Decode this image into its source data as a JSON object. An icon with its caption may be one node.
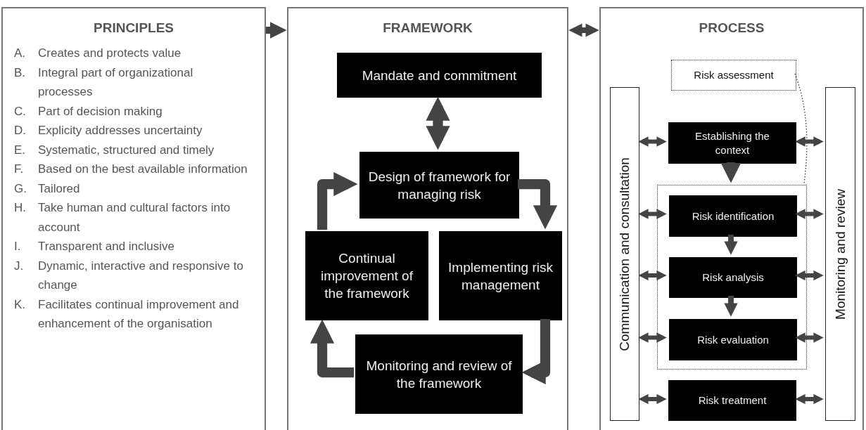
{
  "diagram": {
    "nodes": [
      {
        "text": [
          "PRINCIPLES"
        ]
      },
      {
        "text": [
          "FRAMEWORK"
        ]
      },
      {
        "text": [
          "Mandate and commitment"
        ],
        "in": 1
      },
      {
        "text": [
          "Design of framework for managing risk"
        ],
        "in": 1
      },
      {
        "text": [
          "Continual improvement of the framework"
        ],
        "in": 1
      },
      {
        "text": [
          "Implementing risk management"
        ],
        "in": 1
      },
      {
        "text": [
          "Monitoring and review of the framework"
        ],
        "in": 1
      },
      {
        "text": [
          "PROCESS"
        ]
      },
      {
        "text": [
          "Risk assessment"
        ],
        "in": 7
      },
      {
        "text": [
          "Communication and consultation"
        ],
        "in": 7
      },
      {
        "text": [
          "Monitoring and review"
        ],
        "in": 7
      },
      {
        "text": [
          "Establishing the context"
        ],
        "in": 7
      },
      {
        "text": [],
        "shape": "box",
        "in": 7
      },
      {
        "text": [
          "Risk identification"
        ],
        "in": 12
      },
      {
        "text": [
          "Risk analysis"
        ],
        "in": 12
      },
      {
        "text": [
          "Risk evaluation"
        ],
        "in": 12
      },
      {
        "text": [
          "Risk treatment"
        ],
        "in": 7
      }
    ],
    "edges": [
      {
        "from": 0,
        "to": 1,
        "arrow": "to"
      },
      {
        "from": 1,
        "to": 7,
        "arrow": "both"
      },
      {
        "from": 2,
        "to": 3,
        "arrow": "both",
        "style": "thick"
      },
      {
        "from": 3,
        "to": 5,
        "arrow": "to",
        "style": "thick"
      },
      {
        "from": 5,
        "to": 6,
        "arrow": "to",
        "style": "thick"
      },
      {
        "from": 6,
        "to": 4,
        "arrow": "to",
        "style": "thick"
      },
      {
        "from": 4,
        "to": 3,
        "arrow": "to",
        "style": "thick"
      },
      {
        "from": 8,
        "to": 12,
        "arrow": "none",
        "style": "dashed"
      },
      {
        "from": 11,
        "to": 12,
        "arrow": "to",
        "style": "thick"
      },
      {
        "from": 13,
        "to": 14,
        "arrow": "to"
      },
      {
        "from": 14,
        "to": 15,
        "arrow": "to"
      },
      {
        "from": 9,
        "to": 11,
        "arrow": "both"
      },
      {
        "from": 9,
        "to": 13,
        "arrow": "both"
      },
      {
        "from": 9,
        "to": 14,
        "arrow": "both"
      },
      {
        "from": 9,
        "to": 15,
        "arrow": "both"
      },
      {
        "from": 9,
        "to": 16,
        "arrow": "both"
      },
      {
        "from": 11,
        "to": 10,
        "arrow": "both"
      },
      {
        "from": 13,
        "to": 10,
        "arrow": "both"
      },
      {
        "from": 14,
        "to": 10,
        "arrow": "both"
      },
      {
        "from": 15,
        "to": 10,
        "arrow": "both"
      },
      {
        "from": 16,
        "to": 10,
        "arrow": "both"
      }
    ],
    "labels": [
      "A.",
      "Creates and protects value",
      "B.",
      "Integral part of organizational processes",
      "C.",
      "Part of decision making",
      "D.",
      "Explicity addresses uncertainty",
      "E.",
      "Systematic, structured and timely",
      "F.",
      "Based on the best available information",
      "G.",
      "Tailored",
      "H.",
      "Take human and cultural factors into account",
      "I.",
      "Transparent and inclusive",
      "J.",
      "Dynamic, interactive and responsive to change",
      "K.",
      "Facilitates continual improvement and enhancement of the organisation"
    ]
  }
}
